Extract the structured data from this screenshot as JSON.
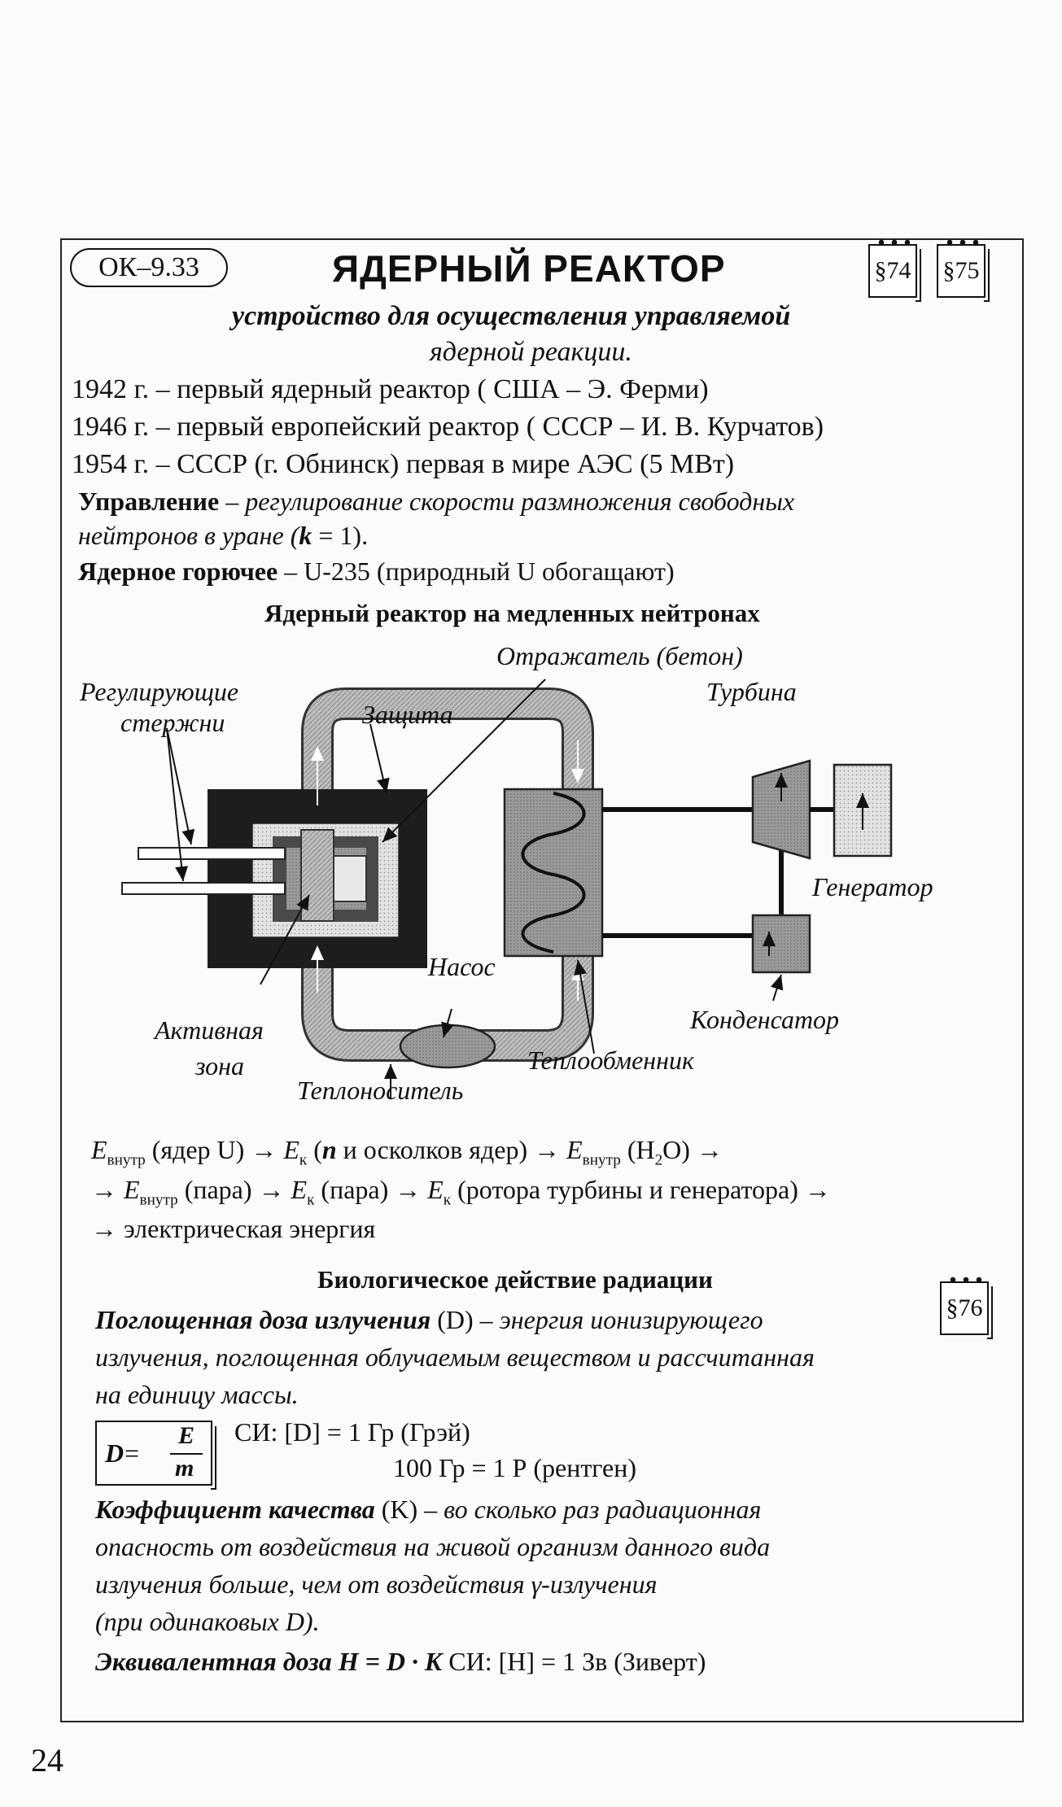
{
  "header": {
    "code": "ОК–9.33",
    "title": "ЯДЕРНЫЙ РЕАКТОР",
    "refs": [
      "§74",
      "§75"
    ]
  },
  "definition": [
    "устройство для осуществления управляемой",
    "ядерной реакции."
  ],
  "history": [
    "1942 г. – первый ядерный реактор ( США – Э. Ферми)",
    "1946 г. – первый европейский реактор ( СССР – И. В. Курчатов)",
    "1954 г. – СССР (г. Обнинск) первая в мире АЭС (5 МВт)"
  ],
  "control": {
    "term": "Управление",
    "text1": " – регулирование скорости размножения свободных",
    "text2": "нейтронов в уране (",
    "k": "k",
    "text3": " = 1)."
  },
  "fuel": {
    "term": "Ядерное горючее",
    "text": " – U-235 (природный U обогащают)"
  },
  "diagram": {
    "title": "Ядерный реактор на медленных нейтронах",
    "labels": {
      "reflector": "Отражатель (бетон)",
      "rods1": "Регулирующие",
      "rods2": "стержни",
      "shield": "Защита",
      "turbine": "Турбина",
      "generator": "Генератор",
      "pump": "Насос",
      "condenser": "Конденсатор",
      "core1": "Активная",
      "core2": "зона",
      "exchanger": "Теплообменник",
      "coolant": "Теплоноситель"
    }
  },
  "energy_chain": {
    "E": "E",
    "sub_int": "внутр",
    "sub_k": "к",
    "l1a": " (ядер U) → ",
    "l1b": " (",
    "n": "n",
    "l1c": " и осколков ядер) → ",
    "l1d": " (H",
    "two": "2",
    "l1e": "O) →",
    "l2a": "→ ",
    "l2b": " (пара) → ",
    "l2c": " (пара) → ",
    "l2d": " (ротора турбины и генератора) →",
    "l3": "→ электрическая энергия"
  },
  "bio": {
    "title": "Биологическое действие радиации",
    "ref": "§76",
    "absorbed_term": "Поглощенная доза излучения",
    "absorbed_sym": " (D) ",
    "absorbed_text1": "– энергия ионизирующего",
    "absorbed_text2": "излучения, поглощенная облучаемым веществом и рассчитанная",
    "absorbed_text3": "на единицу массы.",
    "formula_D": "D",
    "formula_eq": " = ",
    "formula_E": "E",
    "formula_m": "m",
    "si1": "СИ: [D] = 1 Гр (Грэй)",
    "si2": "100 Гр = 1 Р (рентген)",
    "quality_term": "Коэффициент качества",
    "quality_sym": " (K) ",
    "quality_text1": "– во сколько раз радиационная",
    "quality_text2": "опасность от воздействия на живой организм данного вида",
    "quality_text3": "излучения больше, чем от воздействия γ-излучения",
    "quality_text4": "(при одинаковых D).",
    "equiv_term": "Эквивалентная доза H = D · K",
    "equiv_si": " СИ: [H] = 1 Зв (Зиверт)"
  },
  "page_number": "24"
}
